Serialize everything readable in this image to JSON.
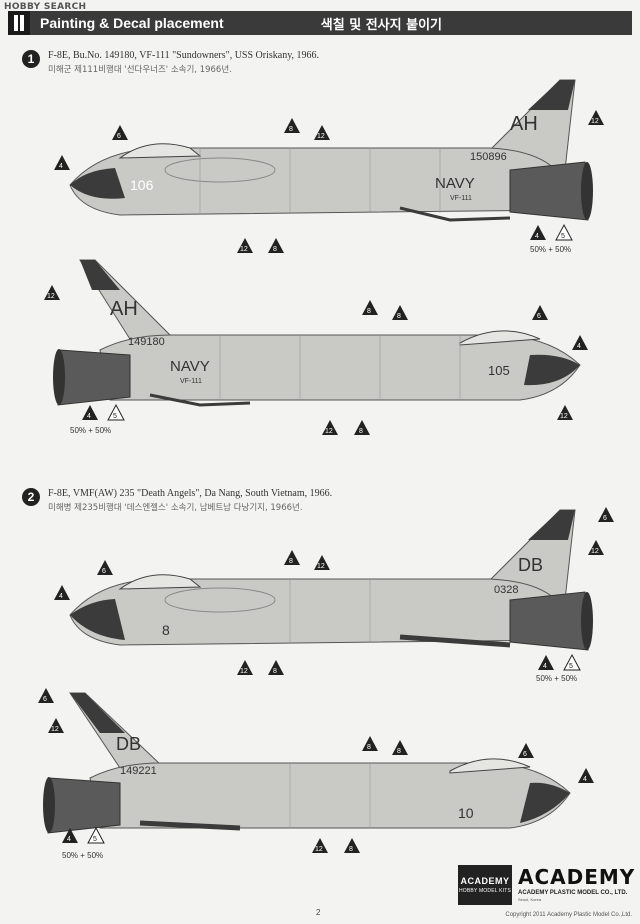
{
  "watermark": "HOBBY SEARCH",
  "header": {
    "title_en": "Painting & Decal placement",
    "title_kr": "색칠 및 전사지 붙이기"
  },
  "sections": [
    {
      "num": "1",
      "title_en": "F-8E, Bu.No. 149180, VF-111 \"Sundowners\", USS Oriskany, 1966.",
      "title_kr": "미해군 제111비행대 '선다우너즈' 소속기, 1966년."
    },
    {
      "num": "2",
      "title_en": "F-8E, VMF(AW) 235 \"Death Angels\", Da Nang, South Vietnam, 1966.",
      "title_kr": "미해병 제235비행대 '데스엔젤스' 소속기, 남베트남 다낭기지, 1966년."
    }
  ],
  "planes": {
    "p1_left": {
      "tail": "AH",
      "bureau": "150896",
      "nose": "106",
      "navy": "NAVY",
      "squadron": "VF-111",
      "ratio": "50% + 50%"
    },
    "p1_right": {
      "tail": "AH",
      "bureau": "149180",
      "nose": "105",
      "navy": "NAVY",
      "squadron": "VF-111",
      "ratio": "50% + 50%"
    },
    "p2_left": {
      "tail": "DB",
      "bureau": "0328",
      "nose": "8",
      "ratio": "50% + 50%"
    },
    "p2_right": {
      "tail": "DB",
      "bureau": "149221",
      "nose": "10",
      "ratio": "50% + 50%"
    }
  },
  "callouts": {
    "black": [
      "4",
      "6",
      "8",
      "12"
    ],
    "white": [
      "5"
    ]
  },
  "footer": {
    "logo_box_top": "ACADEMY",
    "logo_box_bottom": "HOBBY MODEL KITS",
    "logo_word": "ACADEMY",
    "company": "ACADEMY PLASTIC MODEL CO., LTD.",
    "address": "Seoul, Korea",
    "page": "2",
    "copyright": "Copyright 2011 Academy Plastic Model Co.,Ltd."
  },
  "colors": {
    "fuselage": "#c9c9c5",
    "dark": "#3b3b3b",
    "header": "#3a3a3a"
  }
}
